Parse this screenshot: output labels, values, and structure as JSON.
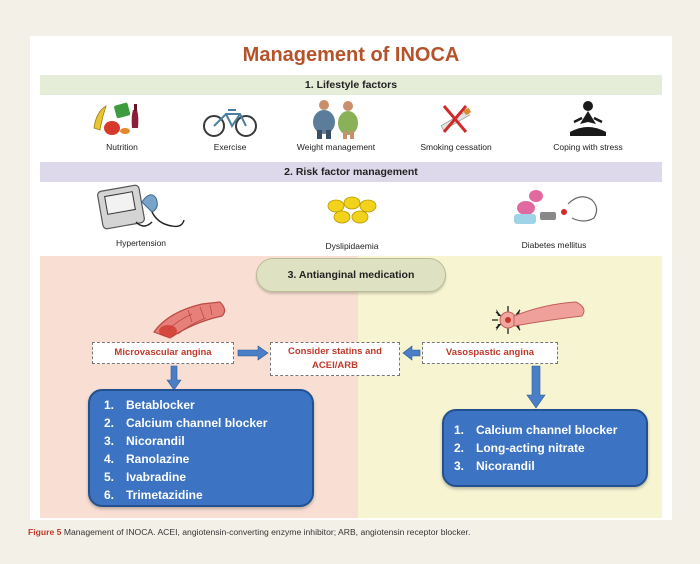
{
  "title": "Management of INOCA",
  "sections": {
    "lifestyle": {
      "header": "1. Lifestyle factors",
      "items": [
        {
          "label": "Nutrition",
          "icon": "fruit-vegetables-icon"
        },
        {
          "label": "Exercise",
          "icon": "bicycle-icon"
        },
        {
          "label": "Weight management",
          "icon": "overweight-people-icon"
        },
        {
          "label": "Smoking cessation",
          "icon": "no-smoking-icon"
        },
        {
          "label": "Coping with stress",
          "icon": "meditation-icon"
        }
      ]
    },
    "risk": {
      "header": "2. Risk factor management",
      "items": [
        {
          "label": "Hypertension",
          "icon": "blood-pressure-monitor-icon"
        },
        {
          "label": "Dyslipidaemia",
          "icon": "lipid-pills-icon"
        },
        {
          "label": "Diabetes mellitus",
          "icon": "glucose-test-icon"
        }
      ]
    },
    "medication": {
      "header": "3. Antianginal medication",
      "microvascular": {
        "label": "Microvascular angina",
        "drugs": [
          {
            "num": "1.",
            "name": "Betablocker"
          },
          {
            "num": "2.",
            "name": "Calcium channel blocker"
          },
          {
            "num": "3.",
            "name": "Nicorandil"
          },
          {
            "num": "4.",
            "name": "Ranolazine"
          },
          {
            "num": "5.",
            "name": "Ivabradine"
          },
          {
            "num": "6.",
            "name": "Trimetazidine"
          }
        ]
      },
      "center": {
        "line1": "Consider statins and",
        "line2": "ACEI/ARB"
      },
      "vasospastic": {
        "label": "Vasospastic angina",
        "drugs": [
          {
            "num": "1.",
            "name": "Calcium channel blocker"
          },
          {
            "num": "2.",
            "name": "Long-acting nitrate"
          },
          {
            "num": "3.",
            "name": "Nicorandil"
          }
        ]
      }
    }
  },
  "caption": {
    "figure_label": "Figure 5",
    "text": "Management of INOCA. ACEI, angiotensin-converting enzyme inhibitor; ARB, angiotensin receptor blocker."
  },
  "colors": {
    "title": "#b5532b",
    "lifestyle_band": "#e5ecd8",
    "risk_band": "#ddd8ea",
    "microvascular_panel": "#f9dfd3",
    "vasospastic_panel": "#f7f4d2",
    "drug_box": "#3c73c2",
    "angina_label": "#c0392b"
  }
}
